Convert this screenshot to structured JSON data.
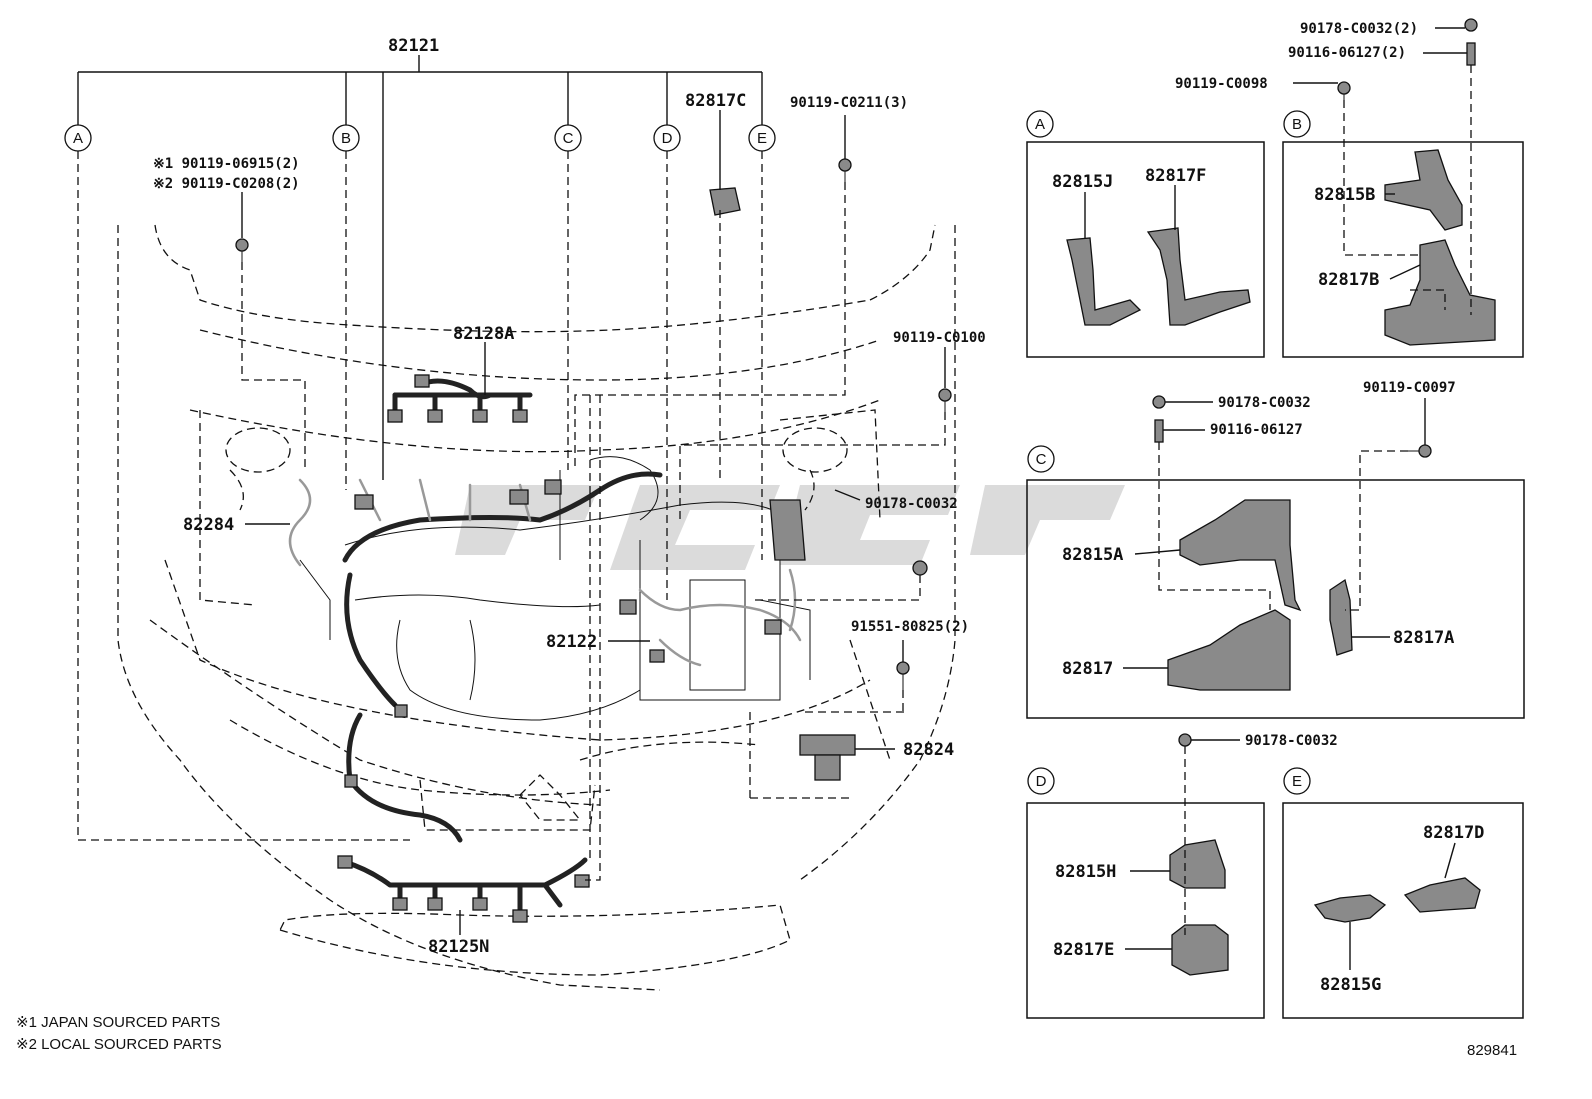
{
  "callouts": {
    "p82121": "82121",
    "p82817C": "82817C",
    "p90119_C0211": "90119-C0211(3)",
    "p90119_06915": "※1 90119-06915(2)",
    "p90119_C0208": "※2 90119-C0208(2)",
    "p82128A": "82128A",
    "p90119_C0100": "90119-C0100",
    "p82284": "82284",
    "p90178_C0032_main": "90178-C0032",
    "p82122": "82122",
    "p91551_80825": "91551-80825(2)",
    "p82824": "82824",
    "p82125N": "82125N",
    "p90178_C0032_2": "90178-C0032(2)",
    "p90116_06127_2": "90116-06127(2)",
    "p90119_C0098": "90119-C0098",
    "p82815J": "82815J",
    "p82817F": "82817F",
    "p82815B": "82815B",
    "p82817B": "82817B",
    "p90178_C0032_c": "90178-C0032",
    "p90116_06127": "90116-06127",
    "p90119_C0097": "90119-C0097",
    "p82815A": "82815A",
    "p82817": "82817",
    "p82817A": "82817A",
    "p90178_C0032_d": "90178-C0032",
    "p82815H": "82815H",
    "p82817E": "82817E",
    "p82817D": "82817D",
    "p82815G": "82815G"
  },
  "markers": {
    "a": "A",
    "b": "B",
    "c": "C",
    "d": "D",
    "e": "E"
  },
  "notes": {
    "japan": "※1 JAPAN SOURCED PARTS",
    "local": "※2 LOCAL SOURCED PARTS"
  },
  "illustration_number": "829841"
}
